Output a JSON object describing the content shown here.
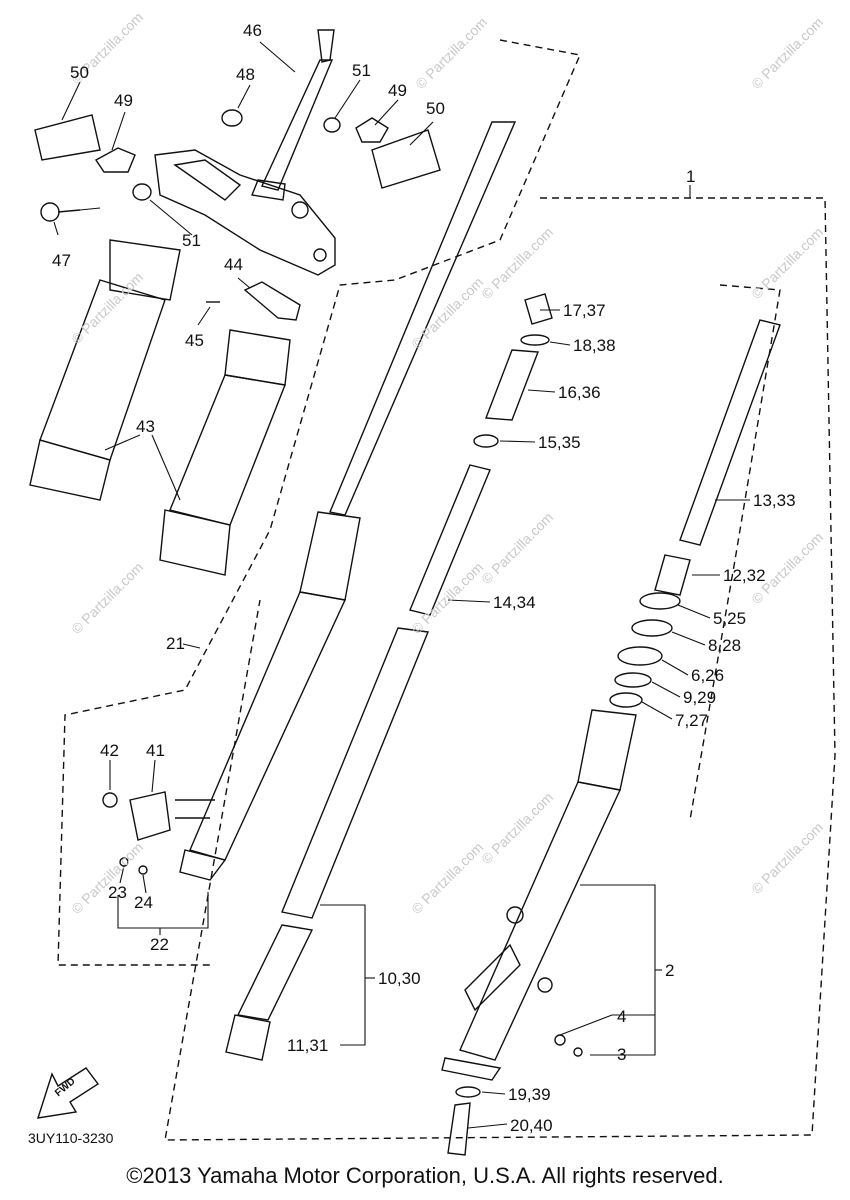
{
  "copyright": "©2013 Yamaha Motor Corporation, U.S.A. All rights reserved.",
  "part_code": "3UY110-3230",
  "watermark": "© Partzilla.com",
  "fwd_label": "FWD",
  "callouts": {
    "c46": "46",
    "c48": "48",
    "c51a": "51",
    "c49a": "49",
    "c50a": "50",
    "c50b": "50",
    "c49b": "49",
    "c47": "47",
    "c51b": "51",
    "c44": "44",
    "c45": "45",
    "c43": "43",
    "c1": "1",
    "c17_37": "17,37",
    "c18_38": "18,38",
    "c16_36": "16,36",
    "c15_35": "15,35",
    "c13_33": "13,33",
    "c12_32": "12,32",
    "c14_34": "14,34",
    "c5_25": "5,25",
    "c8_28": "8,28",
    "c6_26": "6,26",
    "c9_29": "9,29",
    "c7_27": "7,27",
    "c21": "21",
    "c42": "42",
    "c41": "41",
    "c23": "23",
    "c24": "24",
    "c22": "22",
    "c10_30": "10,30",
    "c2": "2",
    "c4": "4",
    "c3": "3",
    "c11_31": "11,31",
    "c19_39": "19,39",
    "c20_40": "20,40"
  }
}
